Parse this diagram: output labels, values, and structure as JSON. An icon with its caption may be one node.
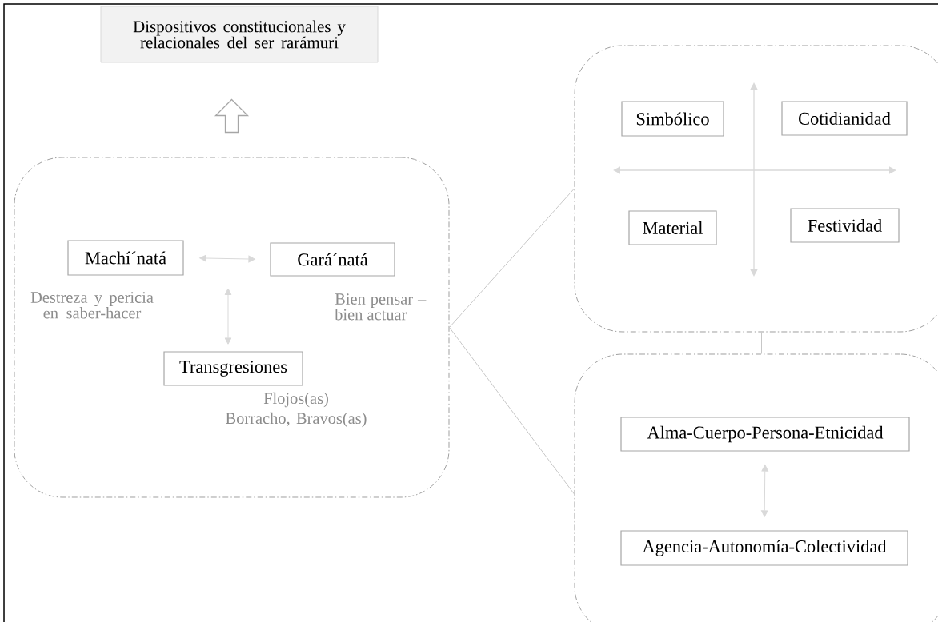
{
  "diagram": {
    "nodes": [
      {
        "text": [
          "Dispositivos constitucionales y relacionales del ser rarámuri"
        ]
      },
      {
        "text": [],
        "shape": "box"
      },
      {
        "text": [
          "Machí´natá"
        ],
        "in": 1,
        "beside": [
          "Destreza y pericia en saber-hacer"
        ]
      },
      {
        "text": [
          "Gará´natá"
        ],
        "in": 1,
        "beside": [
          "Bien pensar – bien actuar"
        ]
      },
      {
        "text": [
          "Transgresiones"
        ],
        "in": 1,
        "beside": [
          "Flojos(as)",
          "Borracho, Bravos(as)"
        ]
      },
      {
        "text": [],
        "shape": "box"
      },
      {
        "text": [
          "Simbólico"
        ],
        "in": 5
      },
      {
        "text": [
          "Cotidianidad"
        ],
        "in": 5
      },
      {
        "text": [
          "Material"
        ],
        "in": 5
      },
      {
        "text": [
          "Festividad"
        ],
        "in": 5
      },
      {
        "text": [],
        "shape": "box"
      },
      {
        "text": [
          "Alma-Cuerpo-Persona-Etnicidad"
        ],
        "in": 10
      },
      {
        "text": [
          "Agencia-Autonomía-Colectividad"
        ],
        "in": 10
      }
    ],
    "edges": [
      {
        "from": 1,
        "to": 0,
        "arrow": "to",
        "style": "thick"
      },
      {
        "from": 2,
        "to": 3,
        "arrow": "both"
      },
      {
        "from": null,
        "to": 4,
        "arrow": "both"
      },
      {
        "from": 1,
        "to": 5,
        "arrow": "none"
      },
      {
        "from": 1,
        "to": 10,
        "arrow": "none"
      },
      {
        "from": 5,
        "to": 10,
        "arrow": "none"
      },
      {
        "from": 11,
        "to": 12,
        "arrow": "both"
      }
    ]
  }
}
